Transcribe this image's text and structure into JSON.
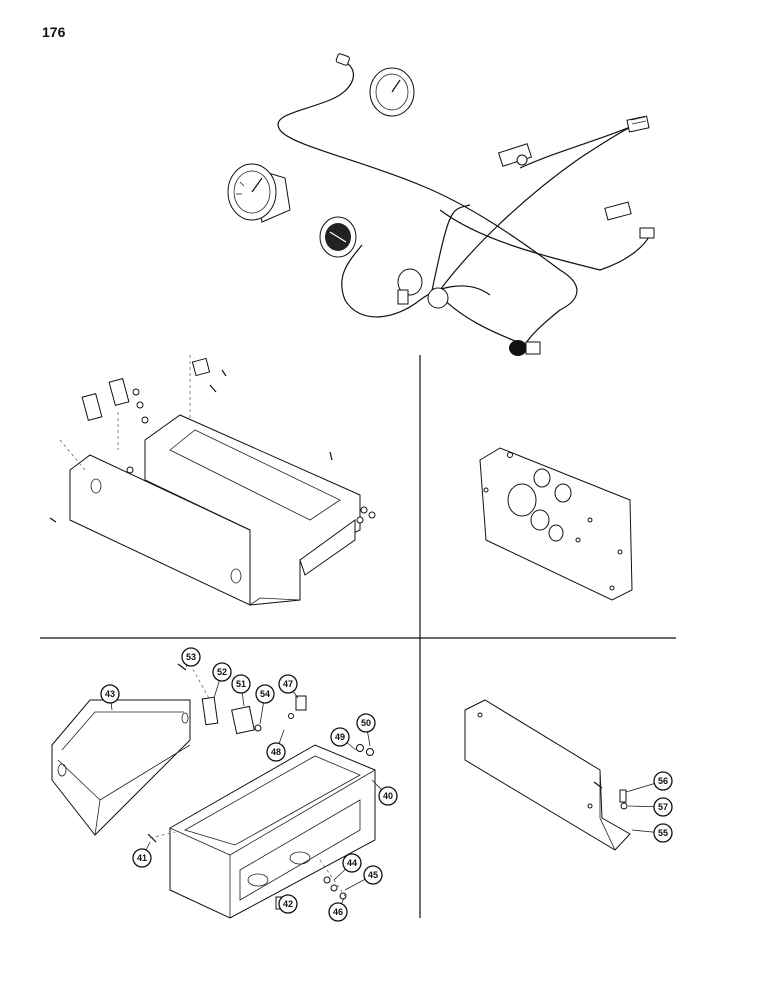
{
  "page": {
    "number": "176"
  },
  "callouts": [
    "40",
    "41",
    "42",
    "43",
    "44",
    "45",
    "46",
    "47",
    "48",
    "49",
    "50",
    "51",
    "52",
    "53",
    "54",
    "55",
    "56",
    "57"
  ],
  "icons": [
    "gauge-icon",
    "tachometer-icon",
    "ignition-switch-icon",
    "wiring-harness-icon"
  ]
}
